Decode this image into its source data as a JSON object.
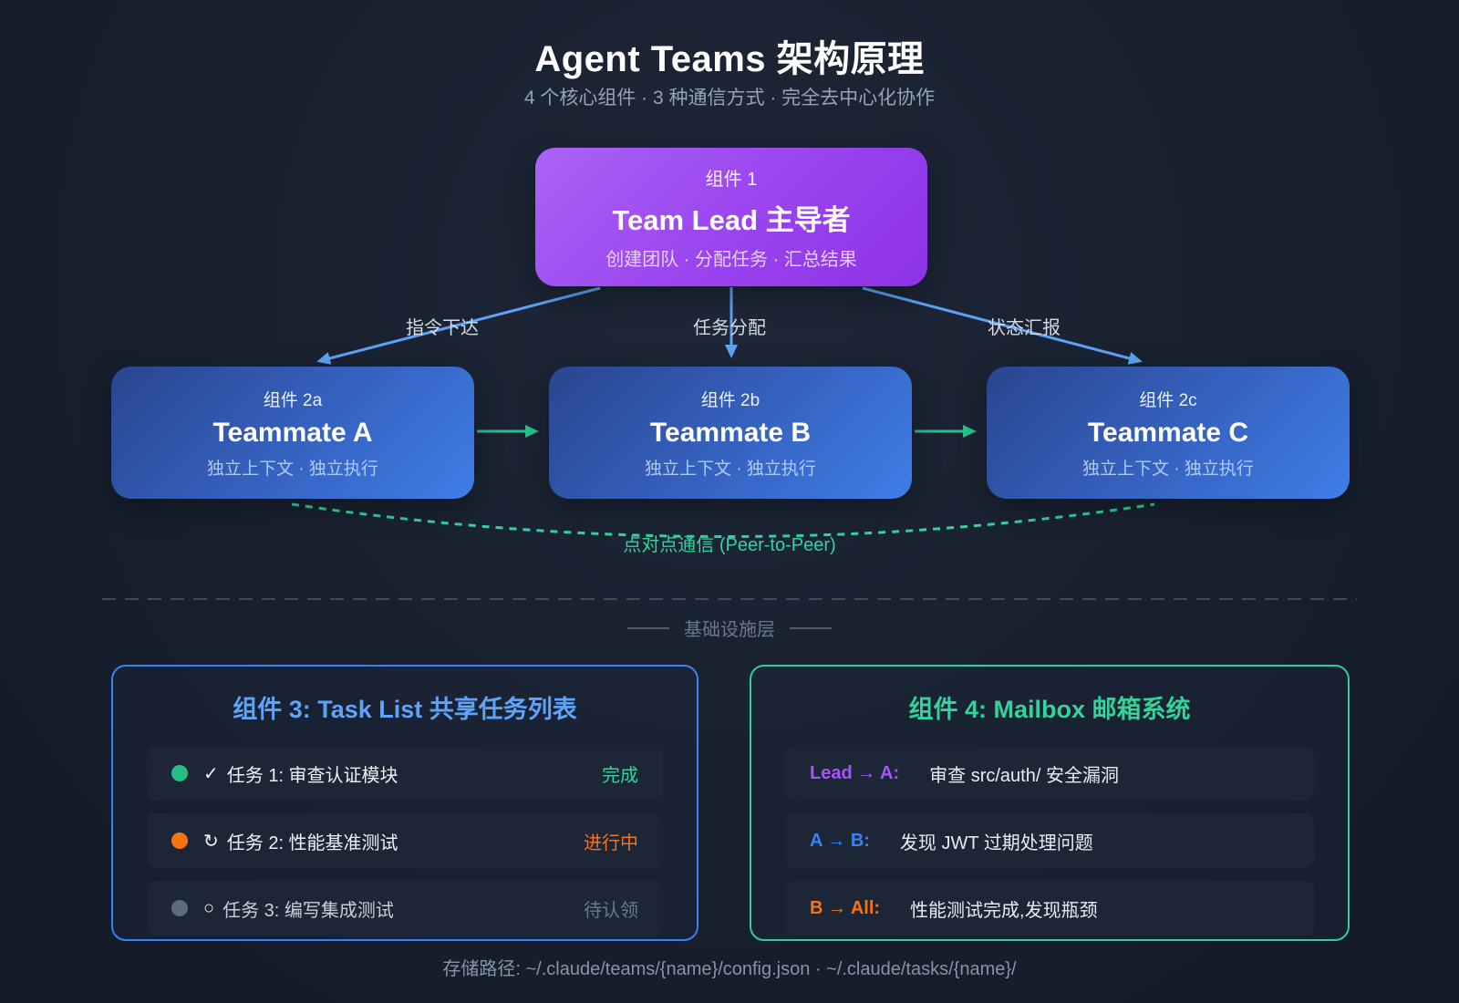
{
  "header": {
    "title": "Agent Teams 架构原理",
    "subtitle": "4 个核心组件 · 3 种通信方式 · 完全去中心化协作"
  },
  "diagram": {
    "lead": {
      "tag": "组件 1",
      "title": "Team Lead 主导者",
      "desc": "创建团队 · 分配任务 · 汇总结果"
    },
    "teammates": [
      {
        "tag": "组件 2a",
        "title": "Teammate A",
        "desc": "独立上下文 · 独立执行"
      },
      {
        "tag": "组件 2b",
        "title": "Teammate B",
        "desc": "独立上下文 · 独立执行"
      },
      {
        "tag": "组件 2c",
        "title": "Teammate C",
        "desc": "独立上下文 · 独立执行"
      }
    ],
    "arrow_labels": [
      "指令下达",
      "任务分配",
      "状态汇报"
    ],
    "p2p_label": "点对点通信 (Peer-to-Peer)"
  },
  "infrastructure": {
    "divider_label": "基础设施层"
  },
  "task_card": {
    "title": "组件 3: Task List 共享任务列表",
    "items": [
      {
        "icon": "✓",
        "label": "任务 1: 审查认证模块",
        "status": "完成",
        "dot_color": "#26bd87",
        "status_color": "#34d399",
        "label_color": "#eef2f8"
      },
      {
        "icon": "↻",
        "label": "任务 2: 性能基准测试",
        "status": "进行中",
        "dot_color": "#f97316",
        "status_color": "#f97316",
        "label_color": "#eef2f8"
      },
      {
        "icon": "○",
        "label": "任务 3: 编写集成测试",
        "status": "待认领",
        "dot_color": "#5d6b7e",
        "status_color": "#6b7a8e",
        "label_color": "#c6cfdb"
      }
    ]
  },
  "mailbox_card": {
    "title": "组件 4: Mailbox 邮箱系统",
    "items": [
      {
        "from": "Lead → A:",
        "message": "审查 src/auth/ 安全漏洞",
        "from_color": "#a855f7"
      },
      {
        "from": "A → B:",
        "message": "发现 JWT 过期处理问题",
        "from_color": "#3b82f6"
      },
      {
        "from": "B → All:",
        "message": "性能测试完成,发现瓶颈",
        "from_color": "#f97316"
      }
    ]
  },
  "footer": {
    "storage_path": "存储路径: ~/.claude/teams/{name}/config.json · ~/.claude/tasks/{name}/"
  },
  "colors": {
    "background": "#18202f",
    "lead_gradient_start": "#ab62f5",
    "lead_gradient_end": "#8d32e6",
    "teammate_gradient_start": "#2a458f",
    "teammate_gradient_end": "#3f7ee7",
    "arrow_blue": "#5da2f7",
    "arrow_green": "#2ebd8c",
    "p2p_green": "#34d399",
    "task_border": "#3b82f6",
    "mailbox_border": "#2fcf96",
    "row_background": "#1c2636"
  }
}
